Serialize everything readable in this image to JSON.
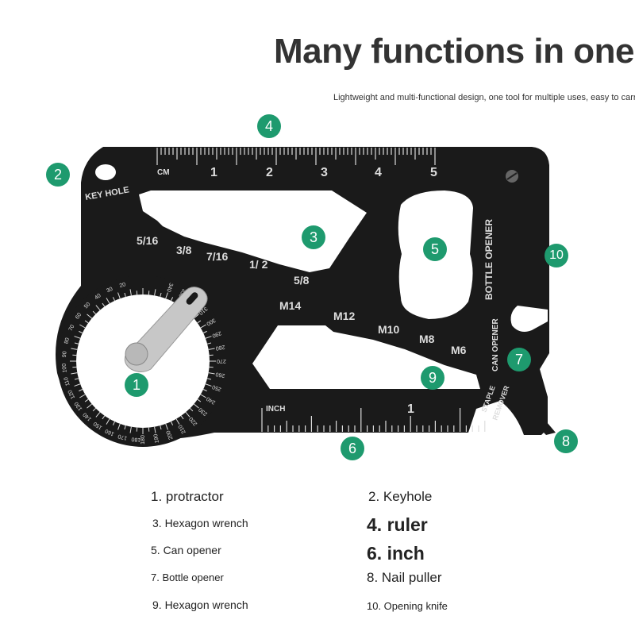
{
  "title": "Many functions in one",
  "subtitle": "Lightweight and multi-functional design, one tool for multiple uses, easy to carry",
  "accent_color": "#1e9a6e",
  "tool_labels": {
    "key_hole": "KEY HOLE",
    "cm": "CM",
    "inch": "INCH",
    "bottle_opener": "BOTTLE OPENER",
    "can_opener": "CAN OPENER",
    "staple_line1": "STAPLE",
    "staple_line2": "REMOVER",
    "cm_numbers": [
      "1",
      "2",
      "3",
      "4",
      "5"
    ],
    "inch_number": "1",
    "wrench_sizes": [
      "5/16",
      "3/8",
      "7/16",
      "1/ 2",
      "5/8",
      "M14",
      "M12",
      "M10",
      "M8",
      "M6"
    ],
    "protractor_outer": [
      "20",
      "30",
      "40",
      "50",
      "60",
      "70",
      "80",
      "90",
      "100",
      "110",
      "120",
      "130",
      "140",
      "150",
      "160",
      "170",
      "180"
    ],
    "protractor_inner": [
      "340",
      "330",
      "320",
      "310",
      "300",
      "290",
      "280",
      "270",
      "260",
      "250",
      "240",
      "230",
      "220",
      "210",
      "200",
      "190",
      "180"
    ]
  },
  "badges": [
    "1",
    "2",
    "3",
    "4",
    "5",
    "6",
    "7",
    "8",
    "9",
    "10"
  ],
  "features": [
    "1. protractor",
    "2. Keyhole",
    "3. Hexagon wrench",
    "4. ruler",
    "5. Can opener",
    "6. inch",
    "7. Bottle opener",
    "8. Nail puller",
    "9. Hexagon wrench",
    "10. Opening knife"
  ]
}
